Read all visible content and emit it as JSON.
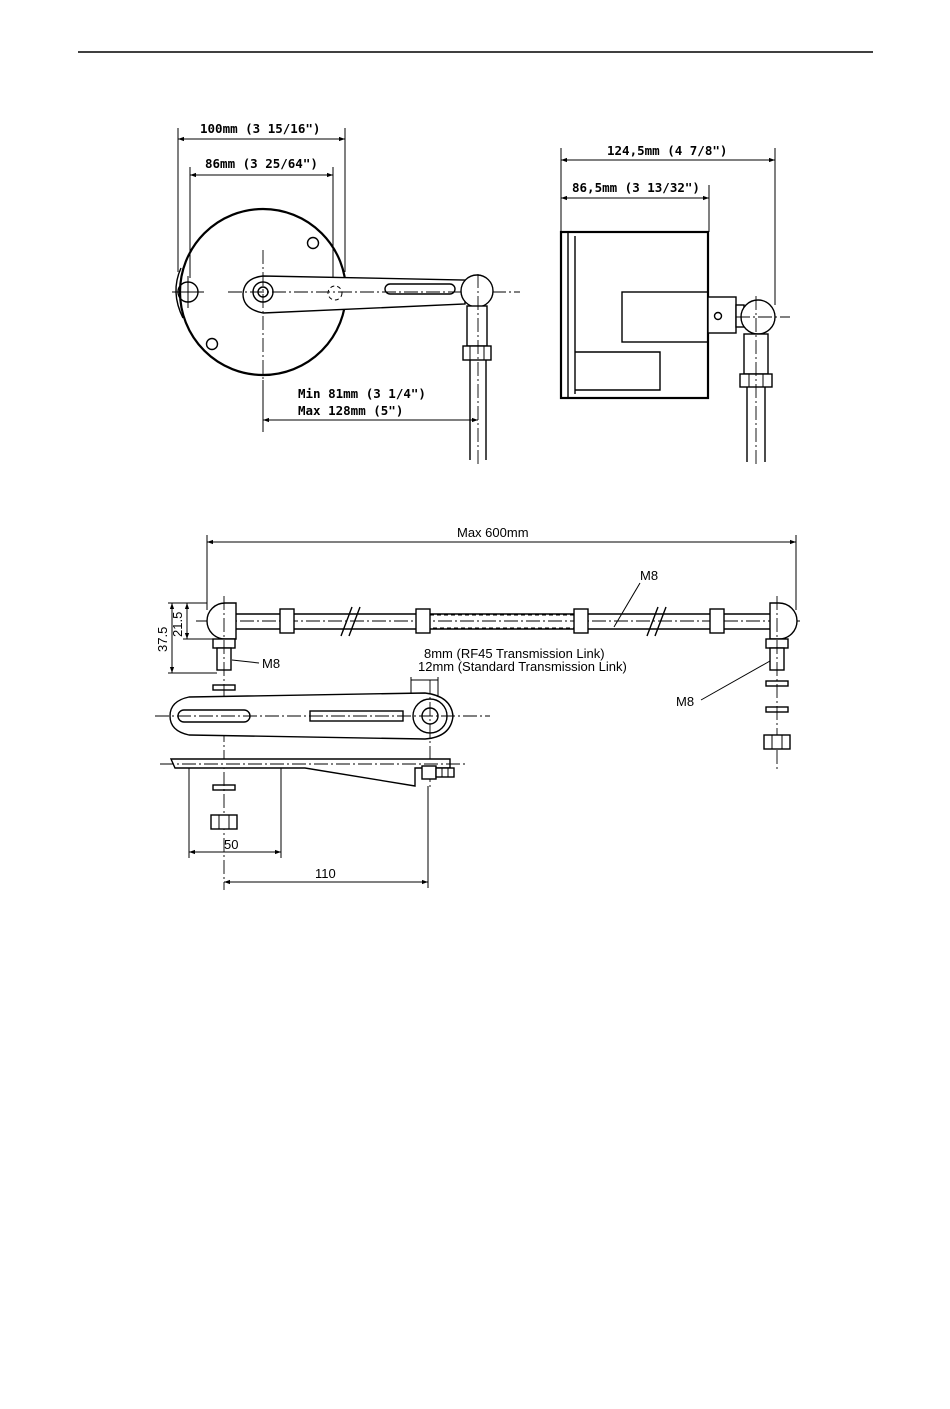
{
  "top_view": {
    "dim_overall_width": "100mm (3 15/16\")",
    "dim_hole_spacing": "86mm (3 25/64\")",
    "dim_arm_min": "Min 81mm (3 1/4\")",
    "dim_arm_max": "Max 128mm (5\")"
  },
  "side_view": {
    "dim_overall_depth": "124,5mm (4 7/8\")",
    "dim_body_depth": "86,5mm (3 13/32\")"
  },
  "link_assembly": {
    "dim_max_length": "Max 600mm",
    "thread_label_rod": "M8",
    "thread_label_left": "M8",
    "thread_label_right": "M8",
    "dim_height_total": "37.5",
    "dim_height_ball": "21.5",
    "note_rf45": "8mm (RF45 Transmission Link)",
    "note_standard": "12mm (Standard Transmission Link)",
    "dim_bracket_width": "50",
    "dim_bracket_offset": "110"
  }
}
